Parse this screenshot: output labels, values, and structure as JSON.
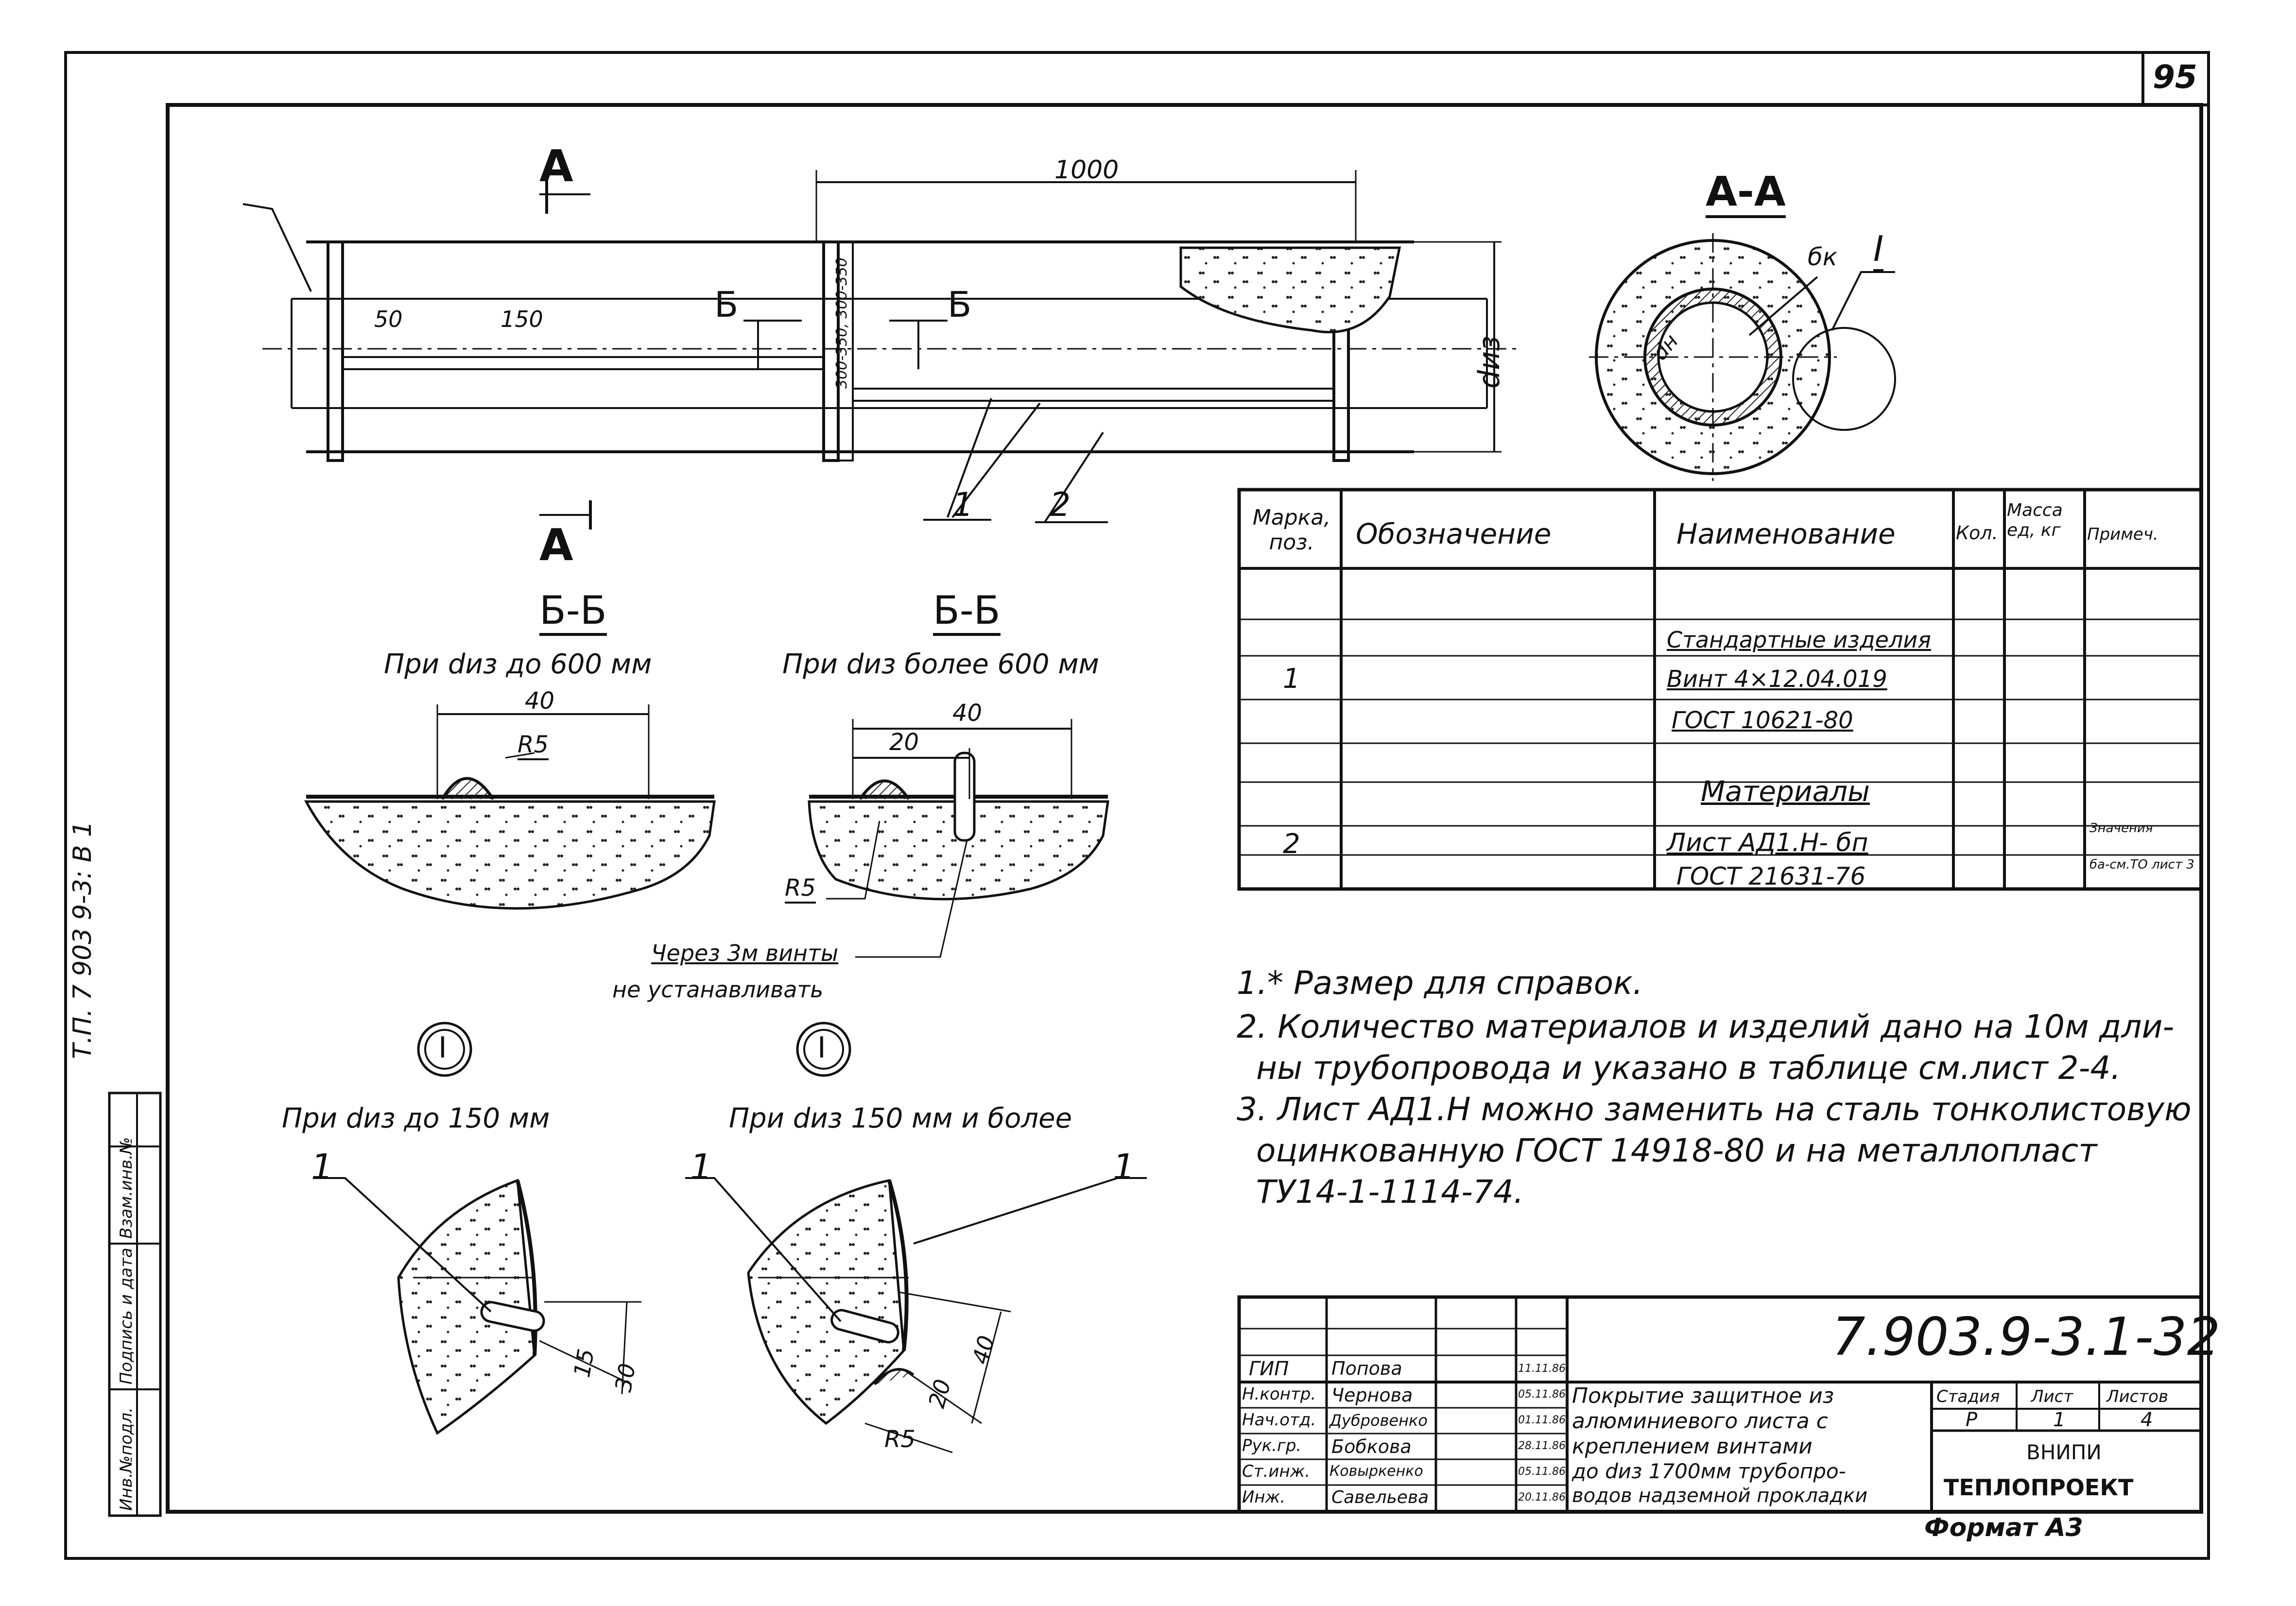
{
  "sheet": {
    "page_number": "95",
    "side_stamp": "Т.П. 7 903 9-3: В 1",
    "format_label": "Формат А3"
  },
  "main_view": {
    "section_letter": "А",
    "dim_1000": "1000",
    "dim_50": "50",
    "dim_150": "150",
    "dim_spacing": "300-350, 300-350",
    "section_b": "Б",
    "dim_diz": "dиз",
    "callout_1": "1",
    "callout_2": "2"
  },
  "section_aa": {
    "title": "А-А",
    "label_dk": "бк",
    "label_dn": "dн",
    "callout_I": "I"
  },
  "section_bb_left": {
    "title": "Б-Б",
    "subtitle": "При dиз до 600 мм",
    "dim_40": "40",
    "label_r5": "R5"
  },
  "section_bb_right": {
    "title": "Б-Б",
    "subtitle": "При dиз более 600 мм",
    "dim_40": "40",
    "dim_20": "20",
    "label_r5": "R5",
    "note_line1": "Через 3м винты",
    "note_line2": "не устанавливать"
  },
  "detail_left": {
    "mark": "I",
    "subtitle": "При dиз до 150 мм",
    "callout_1": "1",
    "dim_15": "15",
    "dim_30": "30"
  },
  "detail_right": {
    "mark": "I",
    "subtitle": "При dиз 150 мм и более",
    "callout_1a": "1",
    "callout_1b": "1",
    "dim_20": "20",
    "dim_40": "40",
    "label_r5": "R5"
  },
  "spec_table": {
    "headers": {
      "pos": "Марка, поз.",
      "designation": "Обозначение",
      "name": "Наименование",
      "qty": "Кол.",
      "mass": "Масса ед, кг",
      "note": "Примеч."
    },
    "rows": [
      {
        "pos": "",
        "name": "Стандартные изделия",
        "note": ""
      },
      {
        "pos": "1",
        "name": "Винт 4×12.04.019",
        "note": ""
      },
      {
        "pos": "",
        "name": "ГОСТ 10621-80",
        "note": ""
      },
      {
        "pos": "",
        "name": "Материалы",
        "note": ""
      },
      {
        "pos": "2",
        "name": "Лист АД1.Н- бп",
        "note": "Значения"
      },
      {
        "pos": "",
        "name": "ГОСТ 21631-76",
        "note": "бa-см.ТО лист 3"
      }
    ]
  },
  "notes": [
    "1.* Размер для справок.",
    "2. Количество материалов и изделий дано на 10м дли-",
    "ны трубопровода и указано в таблице см.лист 2-4.",
    "3. Лист АД1.Н можно заменить на сталь тонколистовую",
    "оцинкованную ГОСТ 14918-80 и на металлопласт",
    "ТУ14-1-1114-74."
  ],
  "title_block": {
    "doc_number": "7.903.9-3.1-32",
    "roles": [
      "ГИП",
      "Н.контр.",
      "Нач.отд.",
      "Рук.гр.",
      "Ст.инж.",
      "Инж."
    ],
    "names": [
      "Попова",
      "Чернова",
      "Дубровенко",
      "Бобкова",
      "Ковыркенко",
      "Савельева"
    ],
    "dates": [
      "11.11.86",
      "05.11.86",
      "01.11.86",
      "28.11.86",
      "05.11.86",
      "20.11.86"
    ],
    "title_lines": [
      "Покрытие защитное из",
      "алюминиевого листа с",
      "креплением винтами",
      "до dиз 1700мм трубопро-",
      "водов надземной прокладки"
    ],
    "stage_label": "Стадия",
    "sheet_label": "Лист",
    "sheets_label": "Листов",
    "stage": "Р",
    "sheet": "1",
    "sheets": "4",
    "org_line1": "ВНИПИ",
    "org_line2": "ТЕПЛОПРОЕКТ"
  },
  "left_strip": [
    "Инв.№подл.",
    "Подпись и дата",
    "Взам.инв.№"
  ]
}
